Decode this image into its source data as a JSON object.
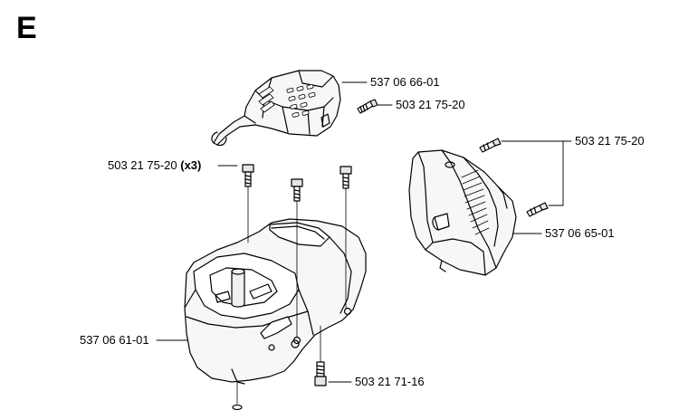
{
  "section": "E",
  "callouts": {
    "top_cover_part": "537 06 66-01",
    "top_cover_screw": "503 21 75-20",
    "side_cover_screw": "503 21 75-20",
    "side_cover_part": "537 06 65-01",
    "housing_screws": "503 21 75-20",
    "housing_screws_qty": "(x3)",
    "housing_part": "537 06 61-01",
    "bottom_screw": "503 21 71-16"
  }
}
